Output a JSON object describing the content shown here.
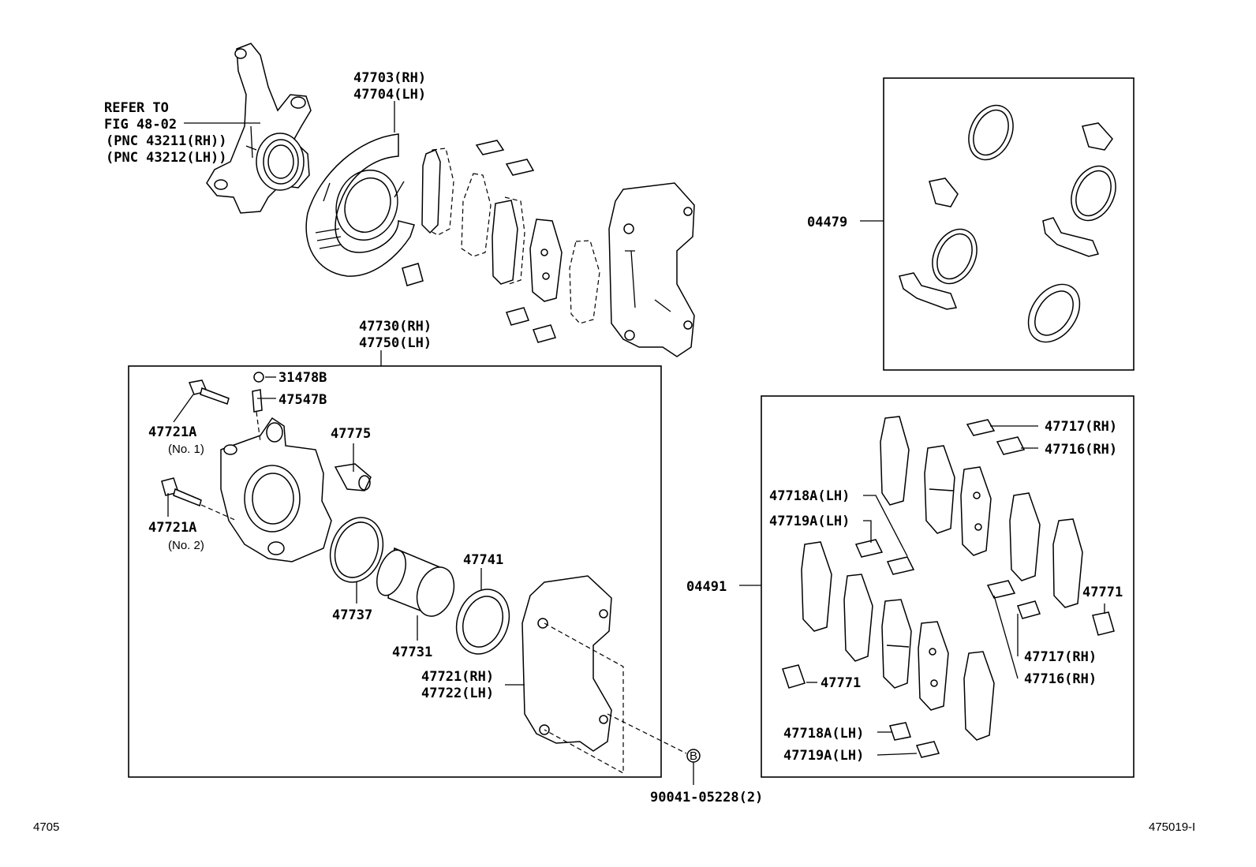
{
  "refer": {
    "line1": "REFER TO",
    "line2": "FIG 48-02",
    "line3": "(PNC 43211(RH))",
    "line4": "(PNC 43212(LH))"
  },
  "labels": {
    "p47703": "47703(RH)",
    "p47704": "47704(LH)",
    "p47730": "47730(RH)",
    "p47750": "47750(LH)",
    "p31478B": "31478B",
    "p47547B": "47547B",
    "p47721A_1": "47721A",
    "no1": "(No. 1)",
    "p47775": "47775",
    "p47721A_2": "47721A",
    "no2": "(No. 2)",
    "p47741": "47741",
    "p47737": "47737",
    "p47731": "47731",
    "p47721": "47721(RH)",
    "p47722": "47722(LH)",
    "p90041": "90041-05228(2)",
    "markB": "B",
    "p04479": "04479",
    "p04491": "04491",
    "p47717_top": "47717(RH)",
    "p47716_top": "47716(RH)",
    "p47718A_top": "47718A(LH)",
    "p47719A_top": "47719A(LH)",
    "p47771_right": "47771",
    "p47771_left": "47771",
    "p47717_bot": "47717(RH)",
    "p47716_bot": "47716(RH)",
    "p47718A_bot": "47718A(LH)",
    "p47719A_bot": "47719A(LH)"
  },
  "footer": {
    "left": "4705",
    "right": "475019-I"
  }
}
